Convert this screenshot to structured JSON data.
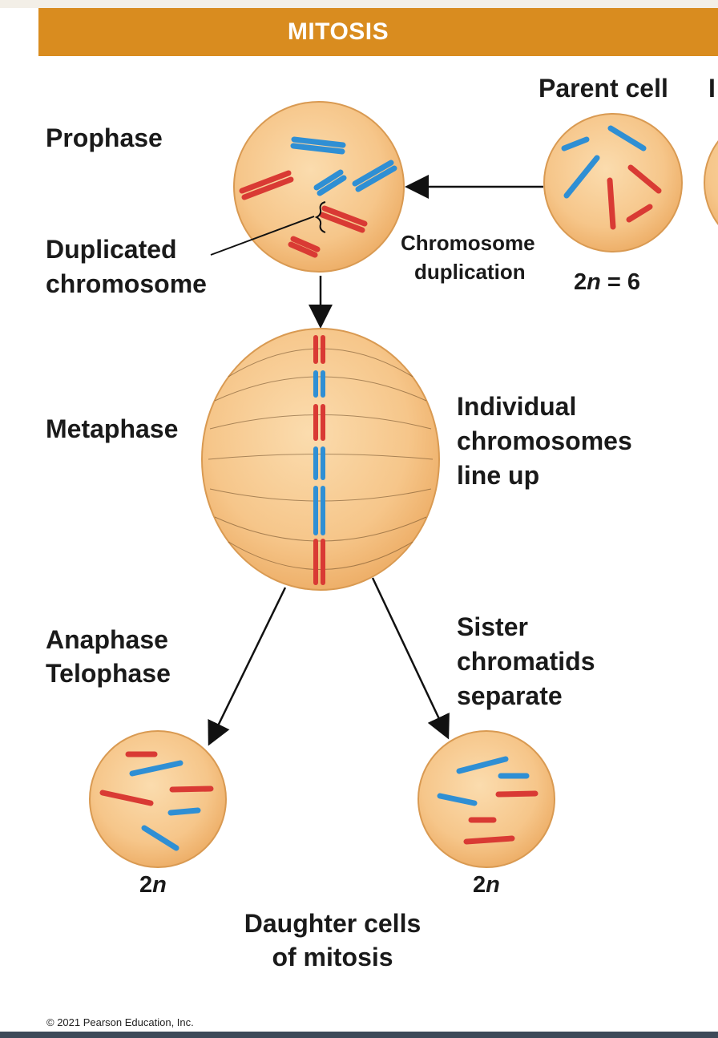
{
  "header": {
    "title": "MITOSIS"
  },
  "labels": {
    "parent_cell": "Parent cell",
    "prophase": "Prophase",
    "duplicated_line1": "Duplicated",
    "duplicated_line2": "chromosome",
    "chromosome_duplication_line1": "Chromosome",
    "chromosome_duplication_line2": "duplication",
    "metaphase": "Metaphase",
    "lineup_line1": "Individual",
    "lineup_line2": "chromosomes",
    "lineup_line3": "line up",
    "anaphase": "Anaphase",
    "telophase": "Telophase",
    "sister_line1": "Sister",
    "sister_line2": "chromatids",
    "sister_line3": "separate",
    "daughter_line1": "Daughter cells",
    "daughter_line2": "of mitosis"
  },
  "ploidy": {
    "parent_prefix": "2",
    "parent_n": "n",
    "parent_suffix": " = 6",
    "daughter_left_prefix": "2",
    "daughter_left_n": "n",
    "daughter_right_prefix": "2",
    "daughter_right_n": "n"
  },
  "footer": {
    "copyright": "© 2021 Pearson Education, Inc."
  },
  "colors": {
    "header": "#d98c1f",
    "cell_fill": "#f6c98c",
    "cell_edge": "#d99a52",
    "red_chromosome": "#d93a34",
    "blue_chromosome": "#2f8fd4"
  }
}
